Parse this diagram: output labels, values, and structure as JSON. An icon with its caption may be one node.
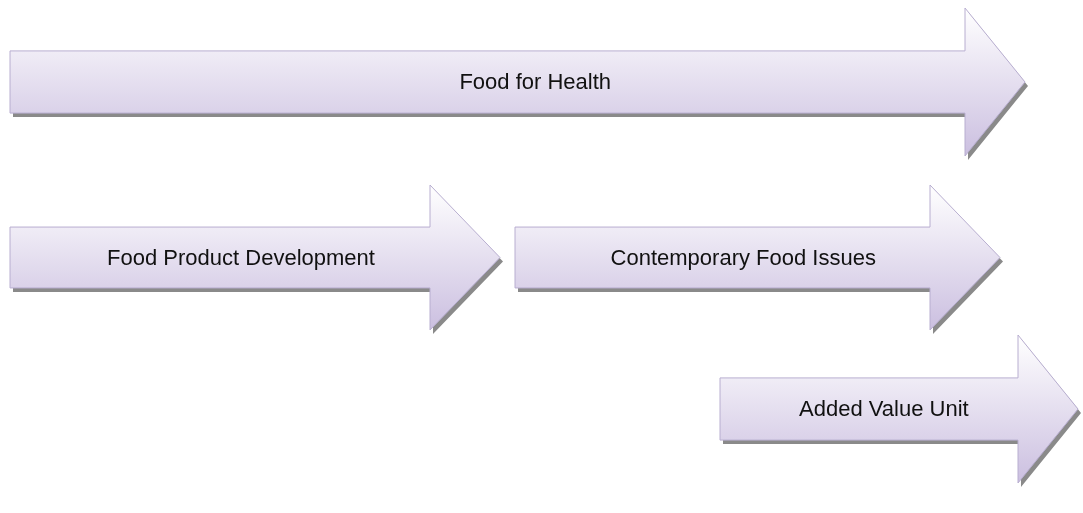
{
  "diagram": {
    "nodes": [
      {
        "text": [
          "Food for Health"
        ]
      },
      {
        "text": [
          "Food Product Development"
        ]
      },
      {
        "text": [
          "Contemporary Food Issues"
        ]
      },
      {
        "text": [
          "Added Value Unit"
        ]
      }
    ]
  }
}
